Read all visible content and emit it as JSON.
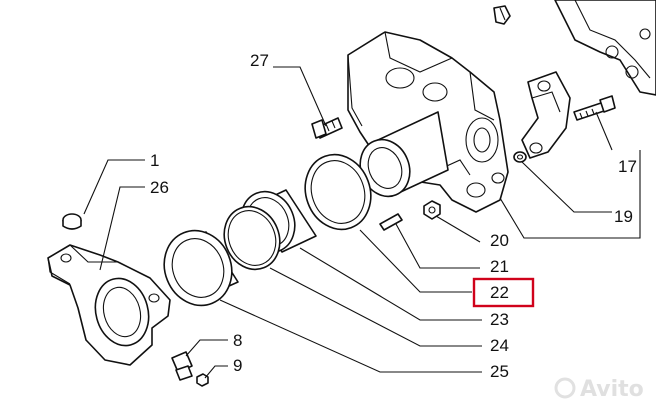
{
  "callouts": {
    "c1": "1",
    "c26": "26",
    "c27": "27",
    "c17": "17",
    "c19": "19",
    "c20": "20",
    "c21": "21",
    "c22": "22",
    "c23": "23",
    "c24": "24",
    "c25": "25",
    "c8": "8",
    "c9": "9"
  },
  "highlight": {
    "label": "22",
    "color": "#d0021b"
  },
  "watermark": {
    "text": "Avito"
  }
}
